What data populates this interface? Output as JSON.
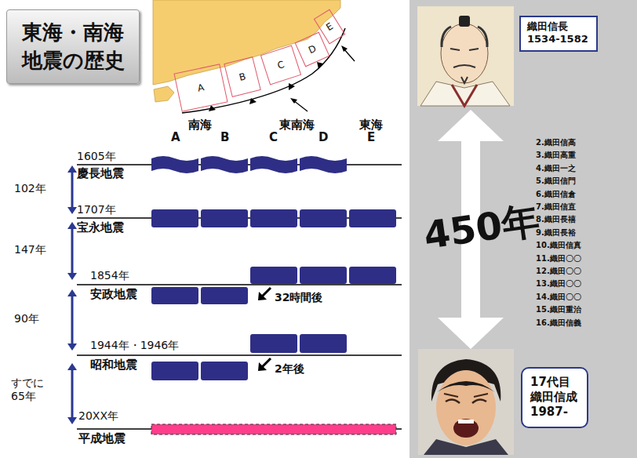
{
  "diagram": {
    "title": "東海・南海 地震の歴史",
    "nodes": [
      {
        "text": [
          "A"
        ]
      },
      {
        "text": [
          "B"
        ]
      },
      {
        "text": [
          "C"
        ]
      },
      {
        "text": [
          "D"
        ]
      },
      {
        "text": [
          "E"
        ]
      },
      {
        "text": [
          "織田信長",
          "1534-1582"
        ]
      },
      {
        "text": [
          "17代目",
          "織田信成",
          "1987-"
        ]
      }
    ],
    "labels": [
      "南海",
      "東南海",
      "東海",
      "A",
      "B",
      "C",
      "D",
      "E",
      "1605年",
      "慶長地震",
      "102年",
      "1707年",
      "宝永地震",
      "147年",
      "1854年",
      "安政地震",
      "32時間後",
      "90年",
      "1944年・1946年",
      "昭和地震",
      "2年後",
      "すでに 65年",
      "20XX年",
      "平成地震",
      "450年",
      "2.織田信高",
      "3.織田高重",
      "4.織田一之",
      "5.織田信門",
      "6.織田信倉",
      "7.織田信直",
      "8.織田長禧",
      "9.織田長裕",
      "10.織田信真",
      "11.織田〇〇",
      "12.織田〇〇",
      "13.織田〇〇",
      "14.織田〇〇",
      "15.織田重治",
      "16.織田信義"
    ]
  }
}
